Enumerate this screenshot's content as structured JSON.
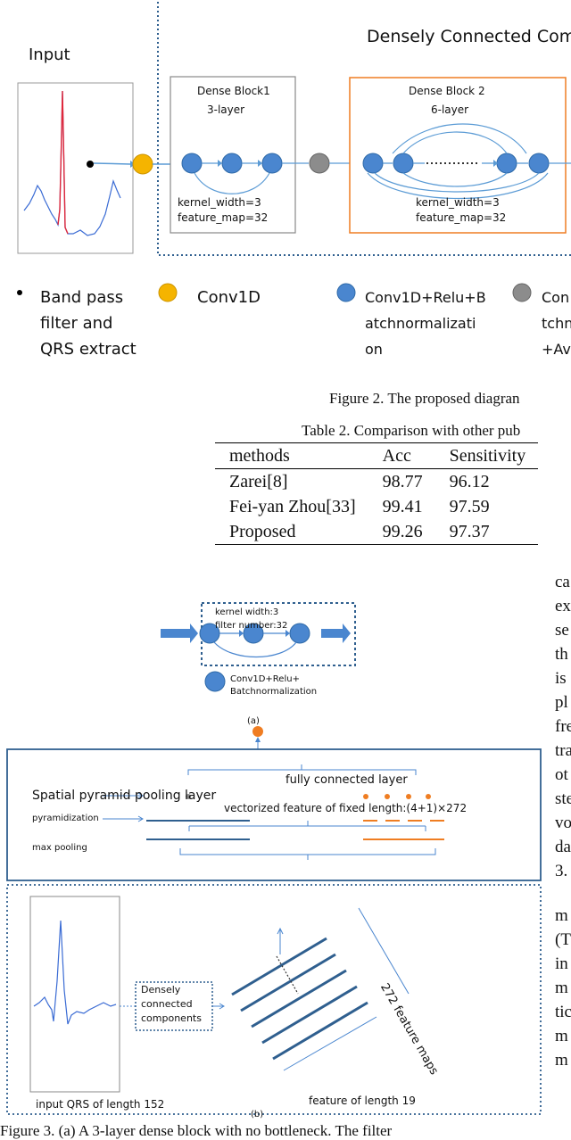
{
  "figure2": {
    "header": "Densely Connected Com",
    "input_label": "Input",
    "block1": {
      "title": "Dense Block1",
      "layers": "3-layer",
      "kernel": "kernel_width=3",
      "fmap": "feature_map=32"
    },
    "block2": {
      "title": "Dense Block 2",
      "layers": "6-layer",
      "kernel": "kernel_width=3",
      "fmap": "feature_map=32"
    },
    "legend": [
      {
        "lines": [
          "Band pass",
          "filter and",
          "QRS extract"
        ],
        "color": "#000000"
      },
      {
        "lines": [
          "Conv1D"
        ],
        "color": "#f5b400"
      },
      {
        "lines": [
          "Conv1D+Relu+B",
          "atchnormalizati",
          "on"
        ],
        "color": "#4a86cf"
      },
      {
        "lines": [
          "Con",
          "tchn",
          "+Av"
        ],
        "color": "#8c8c8c"
      }
    ],
    "caption": "Figure 2.  The proposed diagran"
  },
  "table2": {
    "caption": "Table 2. Comparison with other pub",
    "headers": [
      "methods",
      "Acc",
      "Sensitivity"
    ],
    "rows": [
      [
        "Zarei[8]",
        "98.77",
        "96.12"
      ],
      [
        "Fei-yan Zhou[33]",
        "99.41",
        "97.59"
      ],
      [
        "Proposed",
        "99.26",
        "97.37"
      ]
    ]
  },
  "figure3a": {
    "kernel": "kernel width:3",
    "filters": "filter number:32",
    "legend": [
      "Conv1D+Relu+",
      "Batchnormalization"
    ],
    "label": "(a)"
  },
  "figure3b": {
    "fc_label": "fully connected layer",
    "spp_title": "Spatial pyramid pooling layer",
    "vector_label": "vectorized feature of fixed length:(4+1)×272",
    "max_pooling": "max pooling",
    "pyramidization": "pyramidization",
    "dense_lines": [
      "Densely",
      "connected",
      "components"
    ],
    "input_label": "input QRS of length  152",
    "feature_label": "feature of length 19",
    "maps_label": "272 feature maps",
    "label": "(b)"
  },
  "body_fragments": [
    "ca",
    "ex",
    "se",
    "th",
    "is",
    "pl",
    "fre",
    "tra",
    "ot",
    "ste",
    "vo",
    "da",
    "3.",
    "m",
    "(T",
    "in",
    "m",
    "tic",
    "m",
    "m"
  ],
  "bottom_caption": "Figure 3. (a) A 3-layer dense block with no bottleneck. The filter"
}
